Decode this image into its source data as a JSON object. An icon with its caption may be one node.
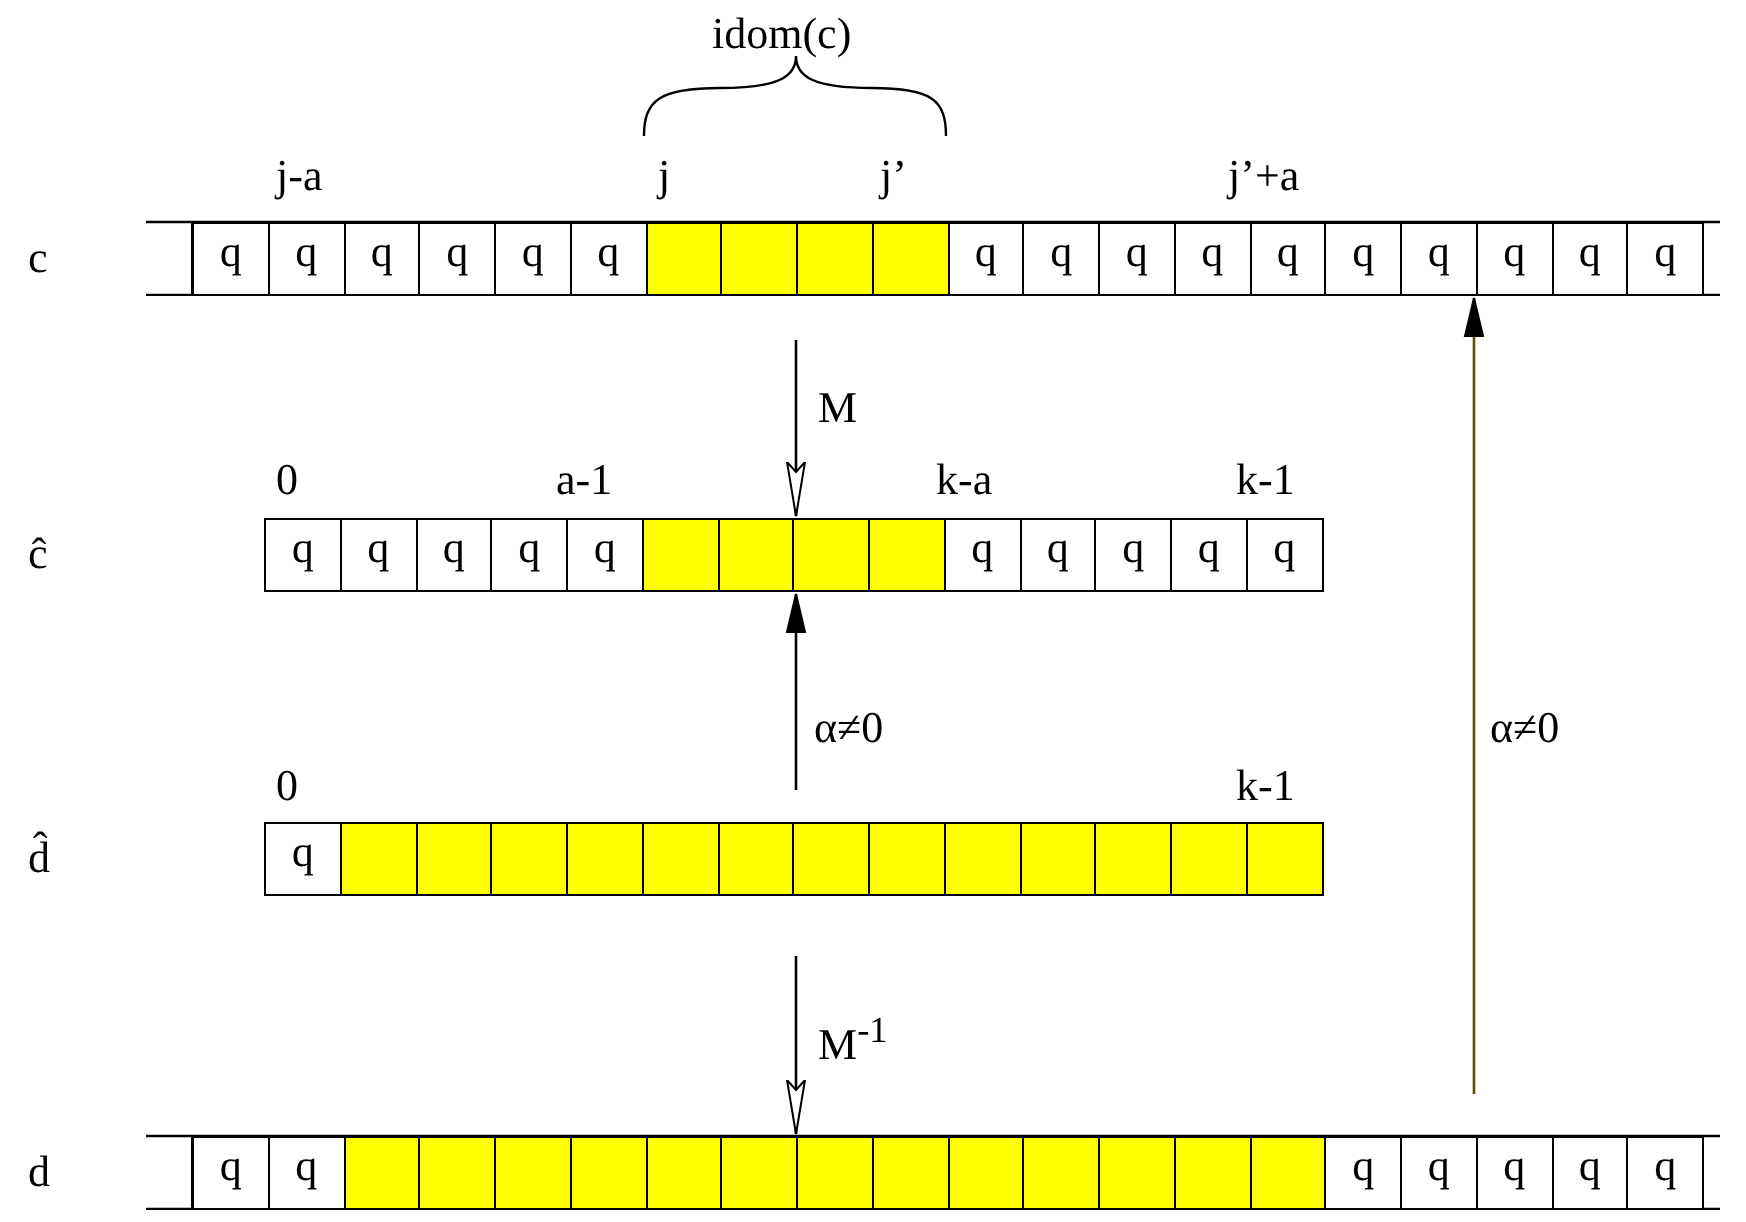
{
  "diagram": {
    "nodes": [
      {
        "text": [
          "c"
        ]
      },
      {
        "text": [
          "q"
        ],
        "in": 0
      },
      {
        "text": [
          "q"
        ],
        "in": 0
      },
      {
        "text": [
          "q"
        ],
        "in": 0
      },
      {
        "text": [
          "q"
        ],
        "in": 0
      },
      {
        "text": [
          "q"
        ],
        "in": 0
      },
      {
        "text": [
          "q"
        ],
        "in": 0
      },
      {
        "text": [],
        "shape": "box",
        "in": 0
      },
      {
        "text": [],
        "shape": "box",
        "in": 0
      },
      {
        "text": [],
        "shape": "box",
        "in": 0
      },
      {
        "text": [],
        "shape": "box",
        "in": 0
      },
      {
        "text": [
          "q"
        ],
        "in": 0
      },
      {
        "text": [
          "q"
        ],
        "in": 0
      },
      {
        "text": [
          "q"
        ],
        "in": 0
      },
      {
        "text": [
          "q"
        ],
        "in": 0
      },
      {
        "text": [
          "q"
        ],
        "in": 0
      },
      {
        "text": [
          "q"
        ],
        "in": 0
      },
      {
        "text": [
          "q"
        ],
        "in": 0
      },
      {
        "text": [
          "q"
        ],
        "in": 0
      },
      {
        "text": [
          "q"
        ],
        "in": 0
      },
      {
        "text": [
          "q"
        ],
        "in": 0
      },
      {
        "text": [
          "ĉ"
        ]
      },
      {
        "text": [
          "q"
        ],
        "in": 21
      },
      {
        "text": [
          "q"
        ],
        "in": 21
      },
      {
        "text": [
          "q"
        ],
        "in": 21
      },
      {
        "text": [
          "q"
        ],
        "in": 21
      },
      {
        "text": [
          "q"
        ],
        "in": 21
      },
      {
        "text": [],
        "shape": "box",
        "in": 21
      },
      {
        "text": [],
        "shape": "box",
        "in": 21
      },
      {
        "text": [],
        "shape": "box",
        "in": 21
      },
      {
        "text": [],
        "shape": "box",
        "in": 21
      },
      {
        "text": [
          "q"
        ],
        "in": 21
      },
      {
        "text": [
          "q"
        ],
        "in": 21
      },
      {
        "text": [
          "q"
        ],
        "in": 21
      },
      {
        "text": [
          "q"
        ],
        "in": 21
      },
      {
        "text": [
          "q"
        ],
        "in": 21
      },
      {
        "text": [
          "d̂"
        ]
      },
      {
        "text": [
          "q"
        ],
        "in": 36
      },
      {
        "text": [],
        "shape": "box",
        "in": 36
      },
      {
        "text": [],
        "shape": "box",
        "in": 36
      },
      {
        "text": [],
        "shape": "box",
        "in": 36
      },
      {
        "text": [],
        "shape": "box",
        "in": 36
      },
      {
        "text": [],
        "shape": "box",
        "in": 36
      },
      {
        "text": [],
        "shape": "box",
        "in": 36
      },
      {
        "text": [],
        "shape": "box",
        "in": 36
      },
      {
        "text": [],
        "shape": "box",
        "in": 36
      },
      {
        "text": [],
        "shape": "box",
        "in": 36
      },
      {
        "text": [],
        "shape": "box",
        "in": 36
      },
      {
        "text": [],
        "shape": "box",
        "in": 36
      },
      {
        "text": [],
        "shape": "box",
        "in": 36
      },
      {
        "text": [],
        "shape": "box",
        "in": 36
      },
      {
        "text": [
          "d"
        ]
      },
      {
        "text": [
          "q"
        ],
        "in": 51
      },
      {
        "text": [
          "q"
        ],
        "in": 51
      },
      {
        "text": [],
        "shape": "box",
        "in": 51
      },
      {
        "text": [],
        "shape": "box",
        "in": 51
      },
      {
        "text": [],
        "shape": "box",
        "in": 51
      },
      {
        "text": [],
        "shape": "box",
        "in": 51
      },
      {
        "text": [],
        "shape": "box",
        "in": 51
      },
      {
        "text": [],
        "shape": "box",
        "in": 51
      },
      {
        "text": [],
        "shape": "box",
        "in": 51
      },
      {
        "text": [],
        "shape": "box",
        "in": 51
      },
      {
        "text": [],
        "shape": "box",
        "in": 51
      },
      {
        "text": [],
        "shape": "box",
        "in": 51
      },
      {
        "text": [],
        "shape": "box",
        "in": 51
      },
      {
        "text": [],
        "shape": "box",
        "in": 51
      },
      {
        "text": [],
        "shape": "box",
        "in": 51
      },
      {
        "text": [
          "q"
        ],
        "in": 51
      },
      {
        "text": [
          "q"
        ],
        "in": 51
      },
      {
        "text": [
          "q"
        ],
        "in": 51
      },
      {
        "text": [
          "q"
        ],
        "in": 51
      },
      {
        "text": [
          "q"
        ],
        "in": 51
      }
    ],
    "edges": [
      {
        "from": 0,
        "to": 21,
        "arrow": "to",
        "label": "M"
      },
      {
        "from": 36,
        "to": 21,
        "arrow": "to",
        "label": "α≠0"
      },
      {
        "from": 36,
        "to": 51,
        "arrow": "to",
        "label": "M$^{-1}$"
      },
      {
        "from": 51,
        "to": 0,
        "arrow": "to",
        "label": "α≠0",
        "color": "#5a5200"
      }
    ],
    "labels": [
      "idom(c)",
      "j-a",
      "j",
      "j’",
      "j’+a",
      "0",
      "a-1",
      "k-a",
      "k-1",
      "0",
      "k-1"
    ]
  }
}
